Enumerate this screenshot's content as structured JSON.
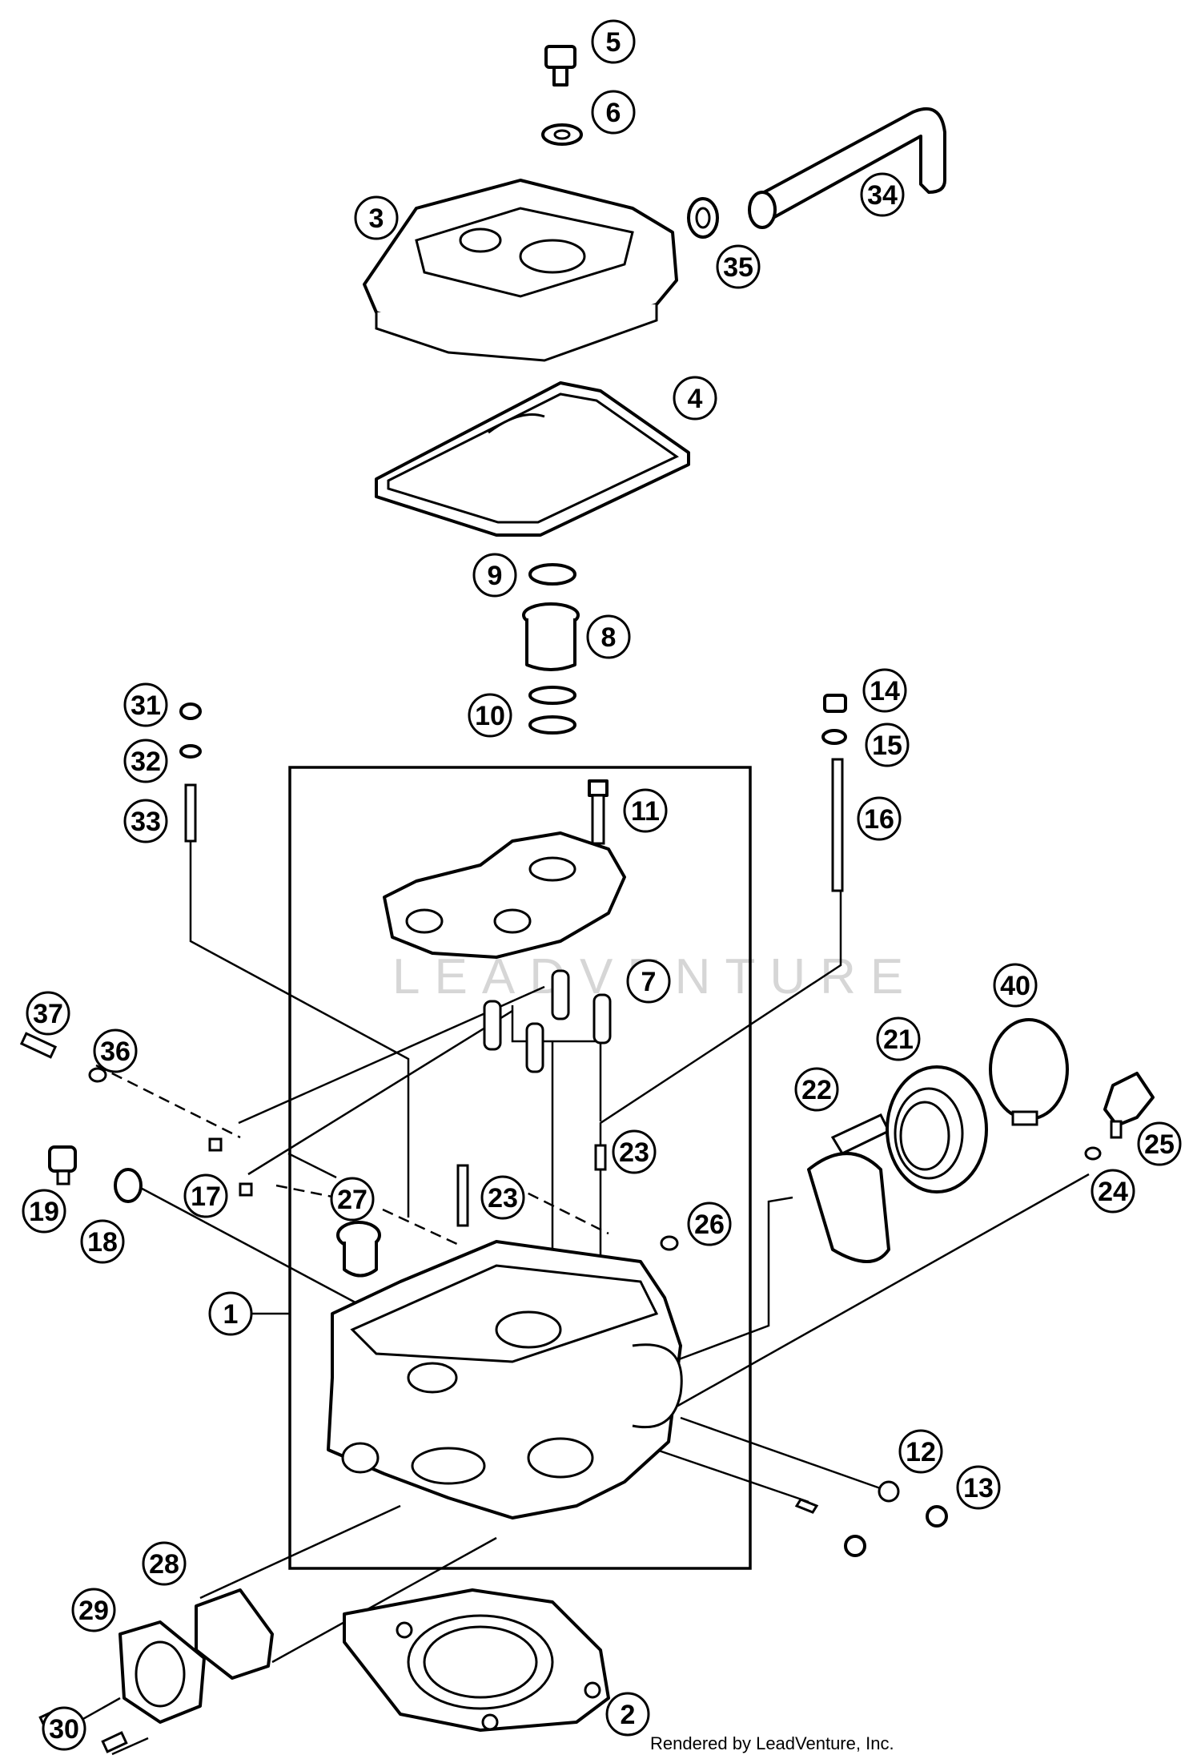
{
  "diagram": {
    "callouts": [
      {
        "label": "1"
      },
      {
        "label": "2"
      },
      {
        "label": "3"
      },
      {
        "label": "4"
      },
      {
        "label": "5"
      },
      {
        "label": "6"
      },
      {
        "label": "7"
      },
      {
        "label": "8"
      },
      {
        "label": "9"
      },
      {
        "label": "10"
      },
      {
        "label": "11"
      },
      {
        "label": "12"
      },
      {
        "label": "13"
      },
      {
        "label": "14"
      },
      {
        "label": "15"
      },
      {
        "label": "16"
      },
      {
        "label": "17"
      },
      {
        "label": "18"
      },
      {
        "label": "19"
      },
      {
        "label": "21"
      },
      {
        "label": "22"
      },
      {
        "label": "23"
      },
      {
        "label": "23"
      },
      {
        "label": "24"
      },
      {
        "label": "25"
      },
      {
        "label": "26"
      },
      {
        "label": "27"
      },
      {
        "label": "28"
      },
      {
        "label": "29"
      },
      {
        "label": "30"
      },
      {
        "label": "31"
      },
      {
        "label": "32"
      },
      {
        "label": "33"
      },
      {
        "label": "34"
      },
      {
        "label": "35"
      },
      {
        "label": "36"
      },
      {
        "label": "37"
      },
      {
        "label": "40"
      }
    ],
    "watermark": "LEADVENTURE",
    "credit": "Rendered by LeadVenture, Inc."
  }
}
